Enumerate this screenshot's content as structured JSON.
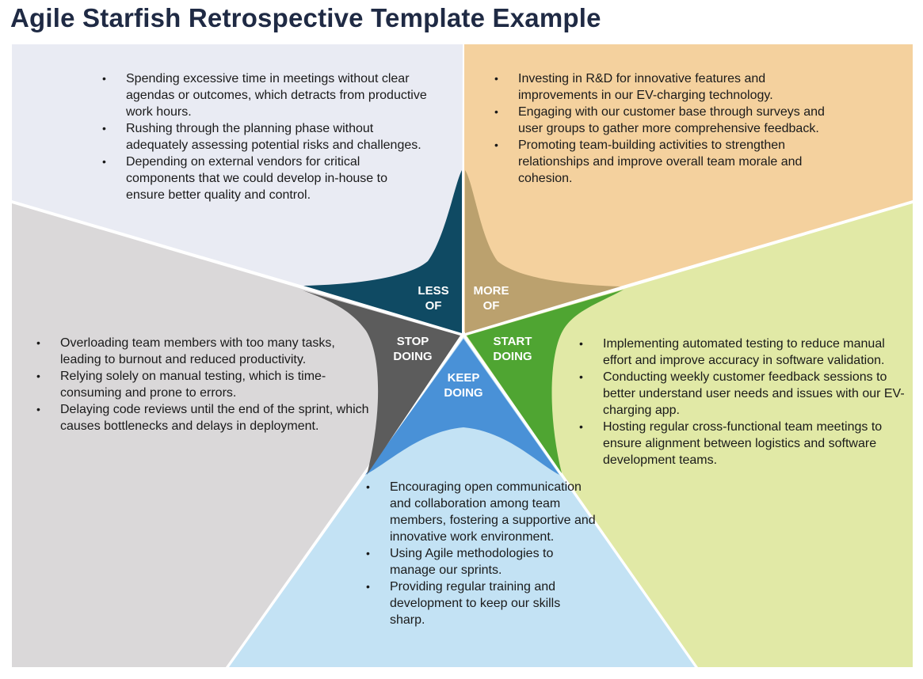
{
  "title": "Agile Starfish Retrospective Template Example",
  "colors": {
    "less_bg": "#e9ebf3",
    "more_bg": "#f4d19e",
    "start_bg": "#e1e9a6",
    "keep_bg": "#c3e2f4",
    "stop_bg": "#dad8d9",
    "less_arm": "#0f4a63",
    "more_arm": "#bba16e",
    "start_arm": "#4fa532",
    "keep_arm": "#4991d7",
    "stop_arm": "#5c5c5c"
  },
  "segments": {
    "less_of": {
      "label_line1": "LESS",
      "label_line2": "OF",
      "items": [
        "Spending excessive time in meetings without clear agendas or outcomes, which detracts from productive work hours.",
        "Rushing through the planning phase without adequately assessing potential risks and challenges.",
        "Depending on external vendors for critical components that we could develop in-house to ensure better quality and control."
      ]
    },
    "more_of": {
      "label_line1": "MORE",
      "label_line2": "OF",
      "items": [
        "Investing in R&D for innovative features and improvements in our EV-charging technology.",
        "Engaging with our customer base through surveys and user groups to gather more comprehensive feedback.",
        "Promoting team-building activities to strengthen relationships and improve overall team morale and cohesion."
      ]
    },
    "start_doing": {
      "label_line1": "START",
      "label_line2": "DOING",
      "items": [
        "Implementing automated testing to reduce manual effort and improve accuracy in software validation.",
        "Conducting weekly customer feedback sessions to better understand user needs and issues with our EV-charging app.",
        "Hosting regular cross-functional team meetings to ensure alignment between logistics and software development teams."
      ]
    },
    "keep_doing": {
      "label_line1": "KEEP",
      "label_line2": "DOING",
      "items": [
        "Encouraging open communication and collaboration among team members, fostering a supportive and innovative work environment.",
        "Using Agile methodologies to manage our sprints.",
        "Providing regular training and development to keep our skills sharp."
      ]
    },
    "stop_doing": {
      "label_line1": "STOP",
      "label_line2": "DOING",
      "items": [
        "Overloading team members with too many tasks, leading to burnout and reduced productivity.",
        "Relying solely on manual testing, which is time-consuming and prone to errors.",
        "Delaying code reviews until the end of the sprint, which causes bottlenecks and delays in deployment."
      ]
    }
  }
}
